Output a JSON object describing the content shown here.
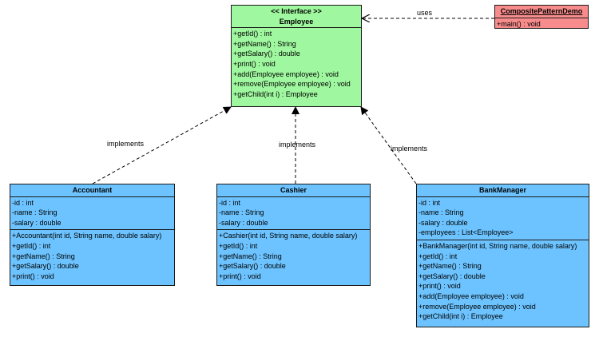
{
  "colors": {
    "interface": "#9ff89f",
    "concrete": "#6cc3ff",
    "demo": "#f88c8c",
    "line": "#1a1a1a"
  },
  "classes": {
    "employee": {
      "stereotype": "<< Interface >>",
      "name": "Employee",
      "methods": [
        "+getId() : int",
        "+getName() : String",
        "+getSalary() : double",
        "+print() : void",
        "+add(Employee employee) : void",
        "+remove(Employee employee) : void",
        "+getChild(int i) : Employee"
      ]
    },
    "demo": {
      "name": "CompositePatternDemo",
      "methods": [
        "+main() : void"
      ]
    },
    "accountant": {
      "name": "Accountant",
      "attributes": [
        "-id : int",
        "-name : String",
        "-salary : double"
      ],
      "methods": [
        "+Accountant(int id, String name, double salary)",
        "+getId() : int",
        "+getName() : String",
        "+getSalary() : double",
        "+print() : void"
      ]
    },
    "cashier": {
      "name": "Cashier",
      "attributes": [
        "-id : int",
        "-name : String",
        "-salary : double"
      ],
      "methods": [
        "+Cashier(int id, String name, double salary)",
        "+getId() : int",
        "+getName() : String",
        "+getSalary() : double",
        "+print() : void"
      ]
    },
    "bankmanager": {
      "name": "BankManager",
      "attributes": [
        "-id : int",
        "-name : String",
        "-salary : double",
        "-employees : List<Employee>"
      ],
      "methods": [
        "+BankManager(int id, String name, double salary)",
        "+getId() : int",
        "+getName() : String",
        "+getSalary() : double",
        "+print() : void",
        "+add(Employee employee) : void",
        "+remove(Employee employee) : void",
        "+getChild(int i) : Employee"
      ]
    }
  },
  "edges": {
    "uses": "uses",
    "accountant_implements": "implements",
    "cashier_implements": "implements",
    "bankmanager_implements": "implements"
  }
}
